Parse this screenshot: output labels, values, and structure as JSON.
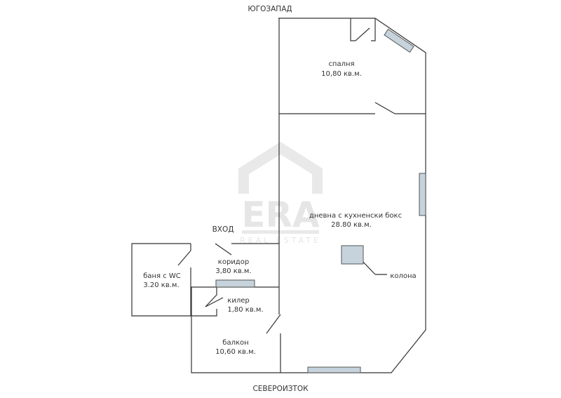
{
  "orientation": {
    "top": "ЮГОЗАПАД",
    "bottom": "СЕВЕРОИЗТОК",
    "entrance": "ВХОД"
  },
  "watermark": {
    "logo": "ERA",
    "tagline": "REAL ESTATE"
  },
  "rooms": [
    {
      "name": "спалня",
      "area": "10,80 кв.м."
    },
    {
      "name": "дневна с кухненски бокс",
      "area": "28.80 кв.м."
    },
    {
      "name": "коридор",
      "area": "3,80 кв.м."
    },
    {
      "name": "баня с WC",
      "area": "3.20 кв.м."
    },
    {
      "name": "килер",
      "area": "1,80 кв.м."
    },
    {
      "name": "балкон",
      "area": "10,60 кв.м."
    }
  ],
  "annotations": {
    "column": "колона"
  },
  "colors": {
    "wall": "#333333",
    "window": "#c6d3dc",
    "watermark": "#e9e9e9"
  }
}
